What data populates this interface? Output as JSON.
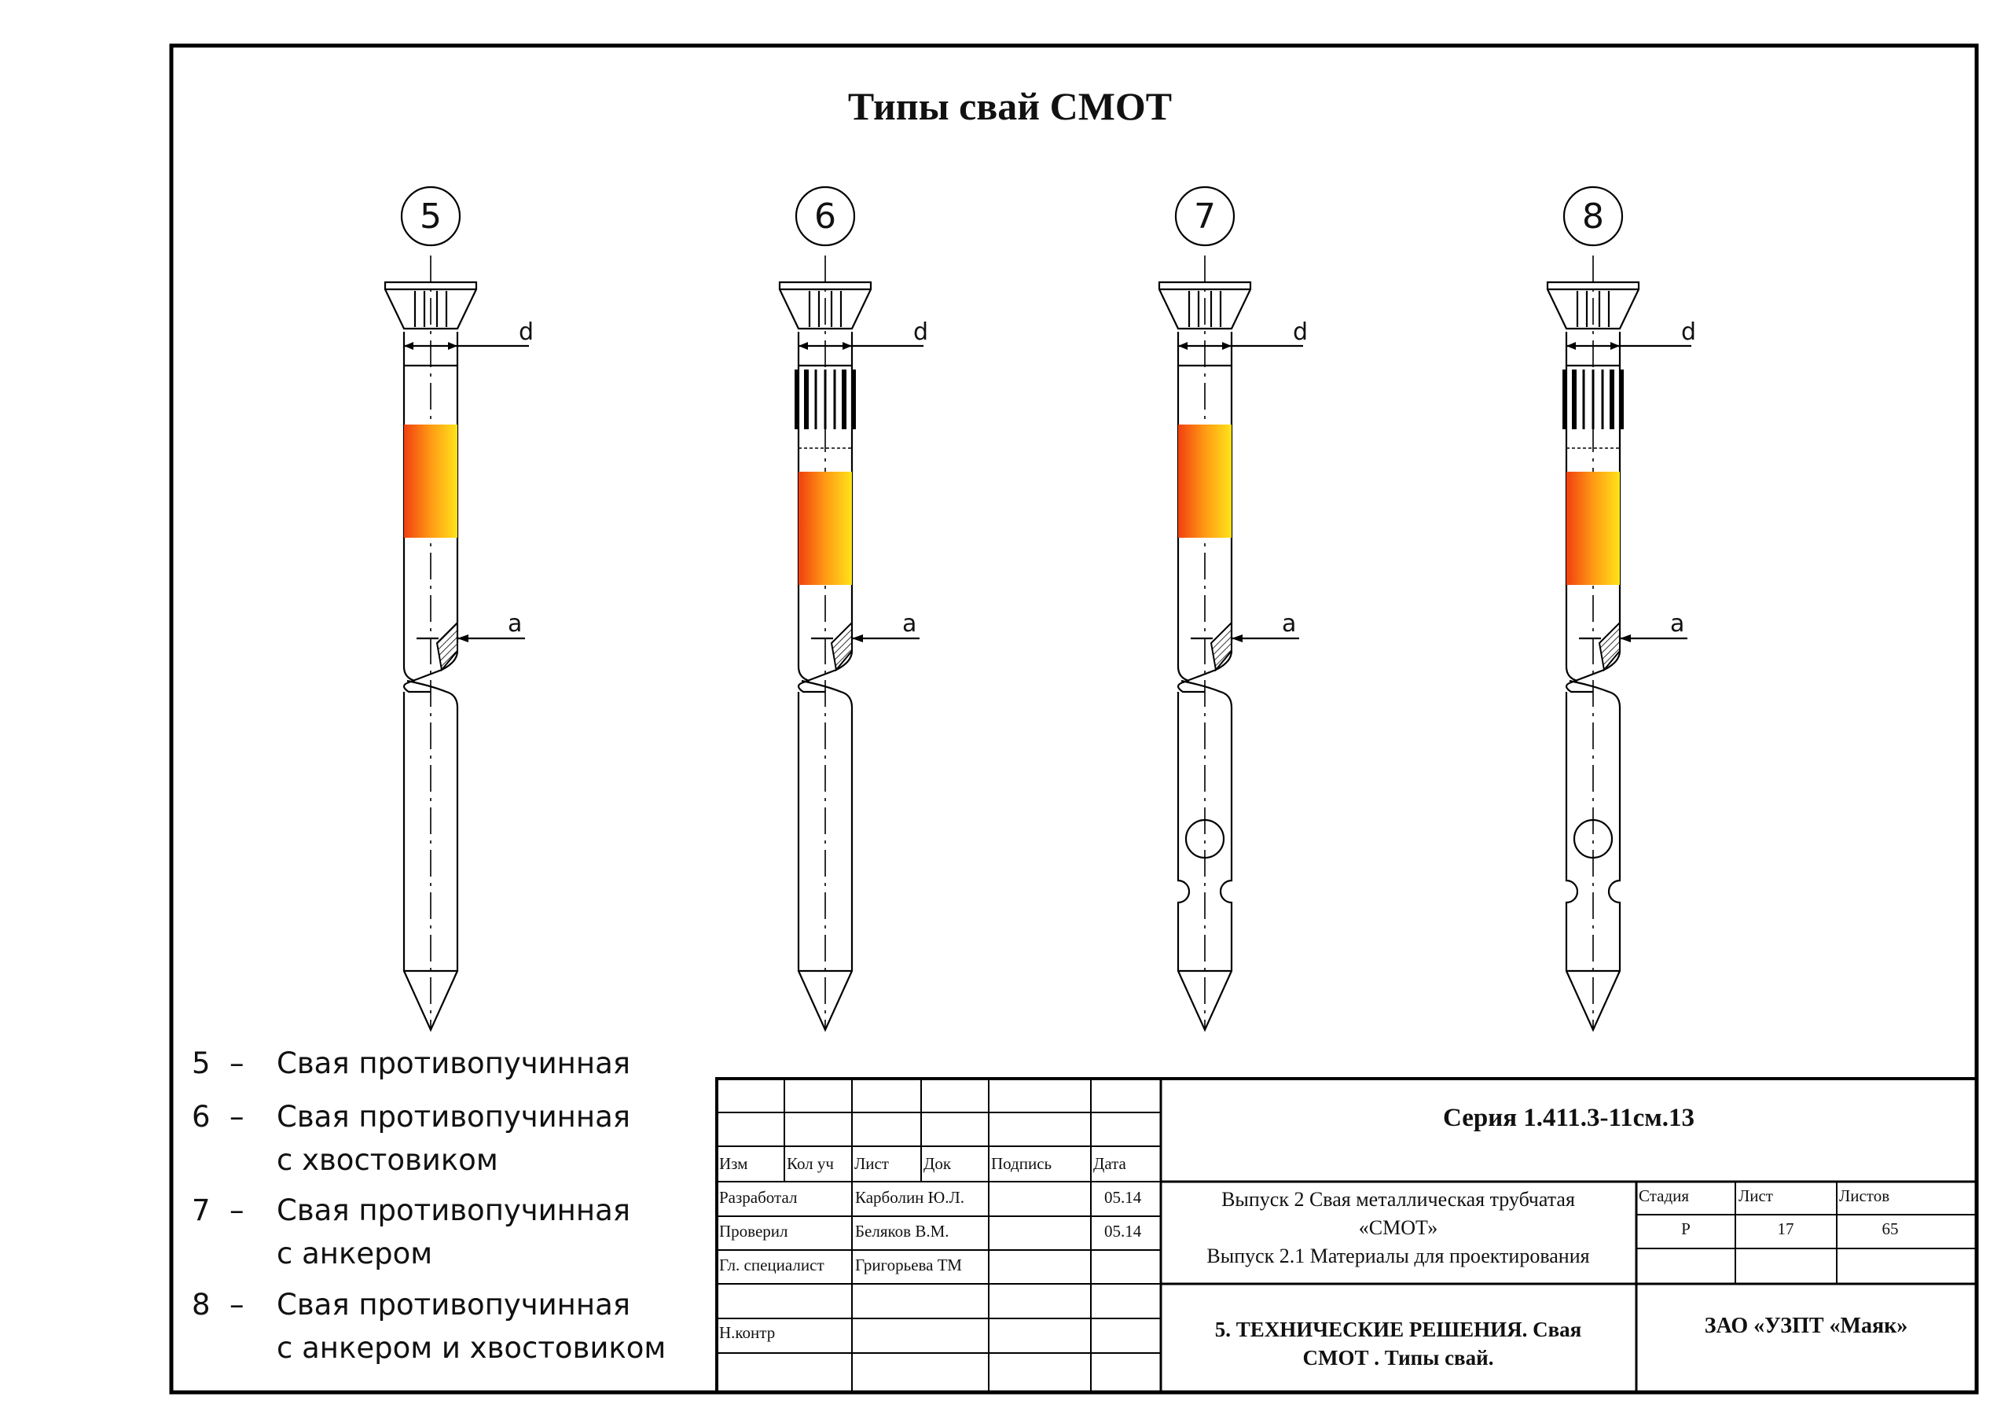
{
  "title": "Типы свай СМОТ",
  "dimension_labels": {
    "d": "d",
    "a": "a"
  },
  "piles": [
    {
      "number": "5",
      "collar": false,
      "anchor": false,
      "fill_top": "upper"
    },
    {
      "number": "6",
      "collar": true,
      "anchor": false,
      "fill_top": "lower"
    },
    {
      "number": "7",
      "collar": false,
      "anchor": true,
      "fill_top": "upper"
    },
    {
      "number": "8",
      "collar": true,
      "anchor": true,
      "fill_top": "lower"
    }
  ],
  "legend": [
    {
      "number": "5",
      "dash": "–",
      "lines": [
        "Свая противопучинная"
      ]
    },
    {
      "number": "6",
      "dash": "–",
      "lines": [
        "Свая противопучинная",
        "с хвостовиком"
      ]
    },
    {
      "number": "7",
      "dash": "–",
      "lines": [
        "Свая противопучинная",
        "с анкером"
      ]
    },
    {
      "number": "8",
      "dash": "–",
      "lines": [
        "Свая противопучинная",
        "с анкером и хвостовиком"
      ]
    }
  ],
  "stamp": {
    "headers": [
      "Изм",
      "Кол уч",
      "Лист",
      "Док",
      "Подпись",
      "Дата"
    ],
    "roles": [
      {
        "role": "Разработал",
        "name": "Карболин Ю.Л.",
        "date": "05.14"
      },
      {
        "role": "Проверил",
        "name": "Беляков В.М.",
        "date": "05.14"
      },
      {
        "role": "Гл. специалист",
        "name": "Григорьева ТМ",
        "date": ""
      },
      {
        "role": "",
        "name": "",
        "date": ""
      },
      {
        "role": "Н.контр",
        "name": "",
        "date": ""
      }
    ],
    "series": "Серия 1.411.3-11см.13",
    "description_lines": [
      "Выпуск 2  Свая металлическая трубчатая",
      "«СМОТ»",
      "Выпуск 2.1 Материалы для проектирования"
    ],
    "stage_header": "Стадия",
    "sheet_header": "Лист",
    "sheets_header": "Листов",
    "stage": "Р",
    "sheet": "17",
    "sheets": "65",
    "drawing_title_lines": [
      "5. ТЕХНИЧЕСКИЕ РЕШЕНИЯ. Свая",
      "СМОТ . Типы свай."
    ],
    "company": "ЗАО «УЗПТ «Маяк»"
  }
}
